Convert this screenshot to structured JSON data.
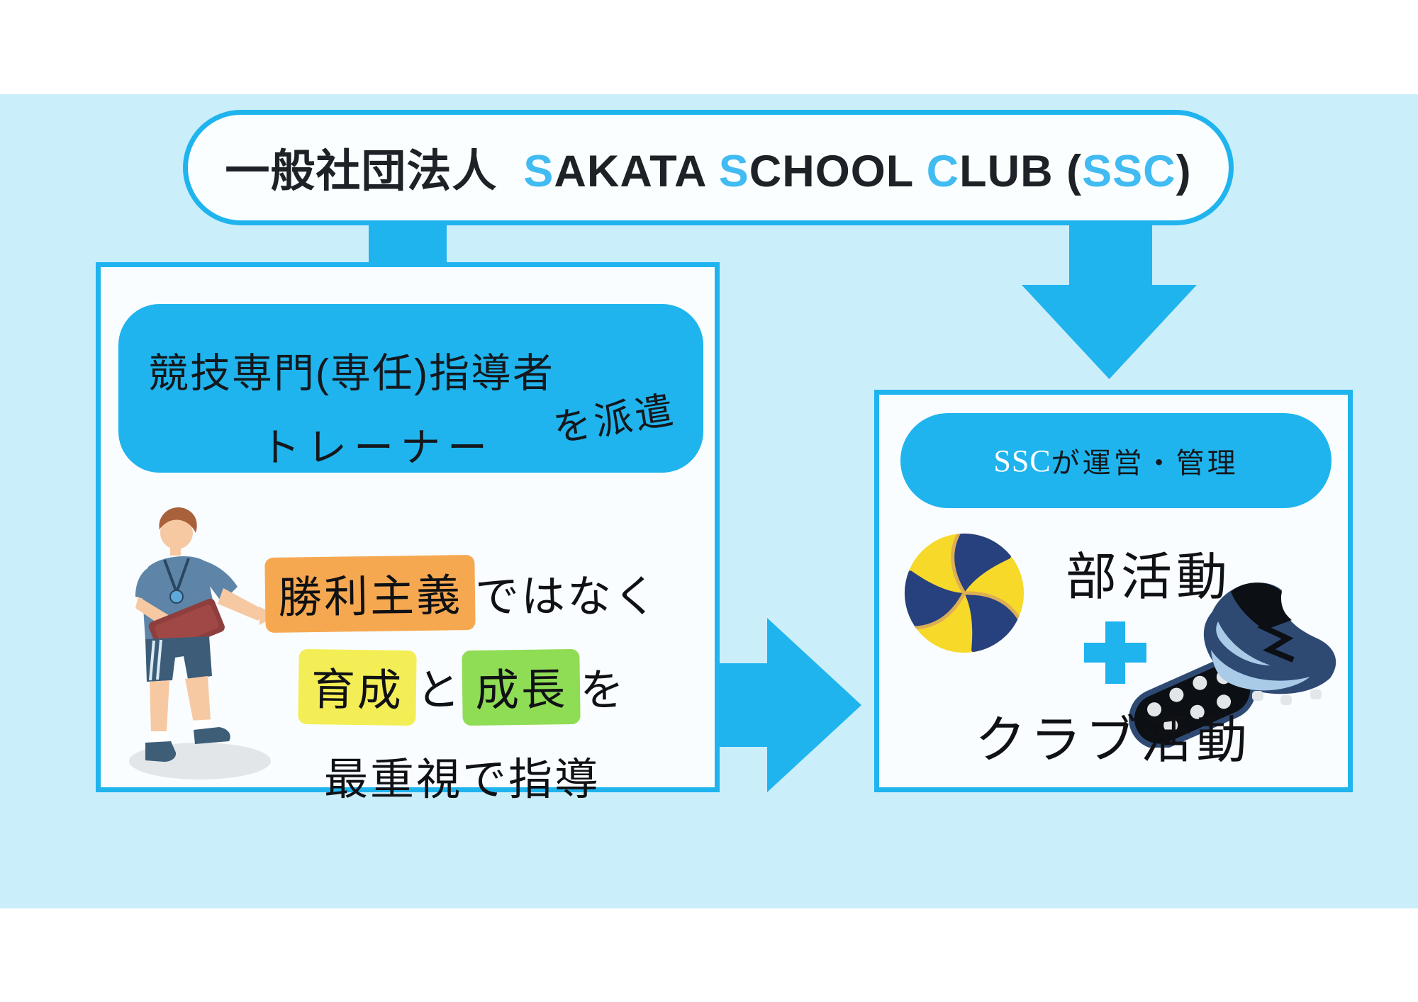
{
  "title": {
    "org": "一般社団法人",
    "space": "  ",
    "w1_cap": "S",
    "w1_rest": "AKATA ",
    "w2_cap": "S",
    "w2_rest": "CHOOL ",
    "w3_cap": "C",
    "w3_rest": "LUB ",
    "paren_open": "(",
    "acronym": "SSC",
    "paren_close": ")"
  },
  "left_box": {
    "heading_line1": "競技専門(専任)指導者",
    "heading_line2": "トレーナー",
    "heading_side": "を派遣",
    "message": {
      "line1_highlight": "勝利主義",
      "line1_rest": "ではなく",
      "line2_highlight1": "育成",
      "line2_mid": "と",
      "line2_highlight2": "成長",
      "line2_end": "を",
      "line3": "最重視で指導"
    }
  },
  "right_box": {
    "pill_acronym": "SSC",
    "pill_rest": "が運営・管理",
    "item1": "部活動",
    "plus_symbol": "+",
    "item2": "クラブ活動"
  },
  "icons": {
    "coach": "coach-illustration",
    "volleyball": "volleyball-icon",
    "cleats": "soccer-cleats-icon",
    "plus": "plus-icon",
    "down_arrow": "down-arrow",
    "right_arrow": "right-arrow"
  },
  "colors": {
    "accent_blue": "#1FB4EE",
    "light_blue_bg": "#CBEEFB",
    "panel_bg": "#F9FDFF",
    "title_letter_blue": "#41BBF2",
    "highlight_orange": "#F6A851",
    "highlight_yellow": "#F3EE55",
    "highlight_green": "#8FDC55",
    "ball_navy": "#27407E",
    "ball_yellow": "#F6D929"
  }
}
